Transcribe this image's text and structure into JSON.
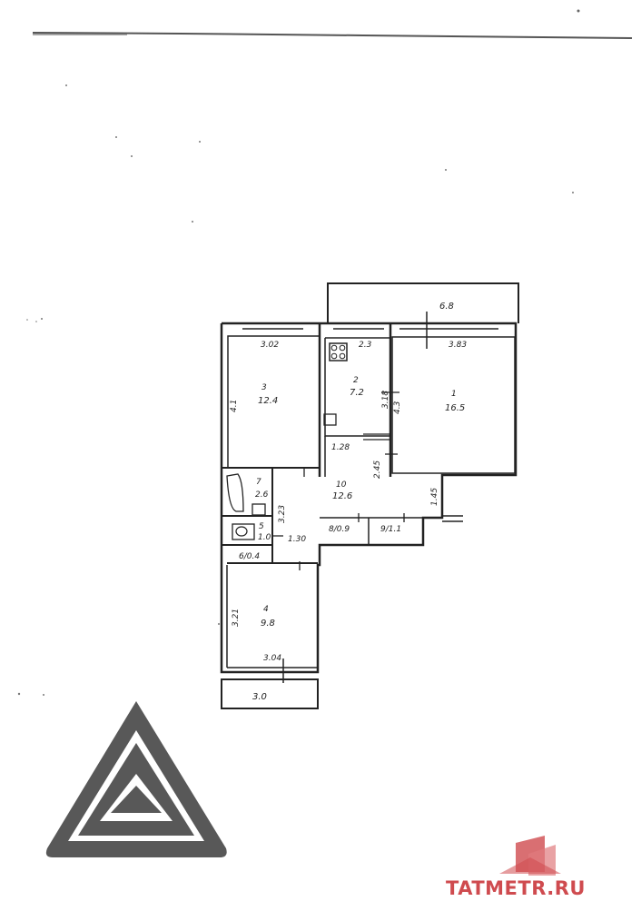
{
  "plan": {
    "balcony_top_label": "6.8",
    "balcony_bottom_label": "3.0",
    "rooms": [
      {
        "number": "1",
        "area": "16.5",
        "width": "3.83",
        "depth": "4.3"
      },
      {
        "number": "2",
        "area": "7.2",
        "width": "2.3",
        "depth": "3.18"
      },
      {
        "number": "3",
        "area": "12.4",
        "width": "3.02",
        "depth": "4.1"
      },
      {
        "number": "4",
        "area": "9.8",
        "width": "3.04",
        "depth": "3.21"
      },
      {
        "number": "5",
        "area": "1.0"
      },
      {
        "number": "6",
        "area": "0.4",
        "combined": "6/0.4"
      },
      {
        "number": "7",
        "area": "2.6"
      },
      {
        "number": "8",
        "area": "0.9",
        "combined": "8/0.9"
      },
      {
        "number": "9",
        "area": "1.1",
        "combined": "9/1.1"
      },
      {
        "number": "10",
        "area": "12.6"
      }
    ],
    "corridor_dims": {
      "kitchen_door": "1.28",
      "hall_height": "2.45",
      "entry": "1.45",
      "passage_width": "1.30",
      "passage_length": "3.23"
    }
  },
  "watermark": {
    "brand_text": "TATMETR.RU",
    "logo_color": "#4a4a4a",
    "brand_color": "#cf4b4f"
  }
}
